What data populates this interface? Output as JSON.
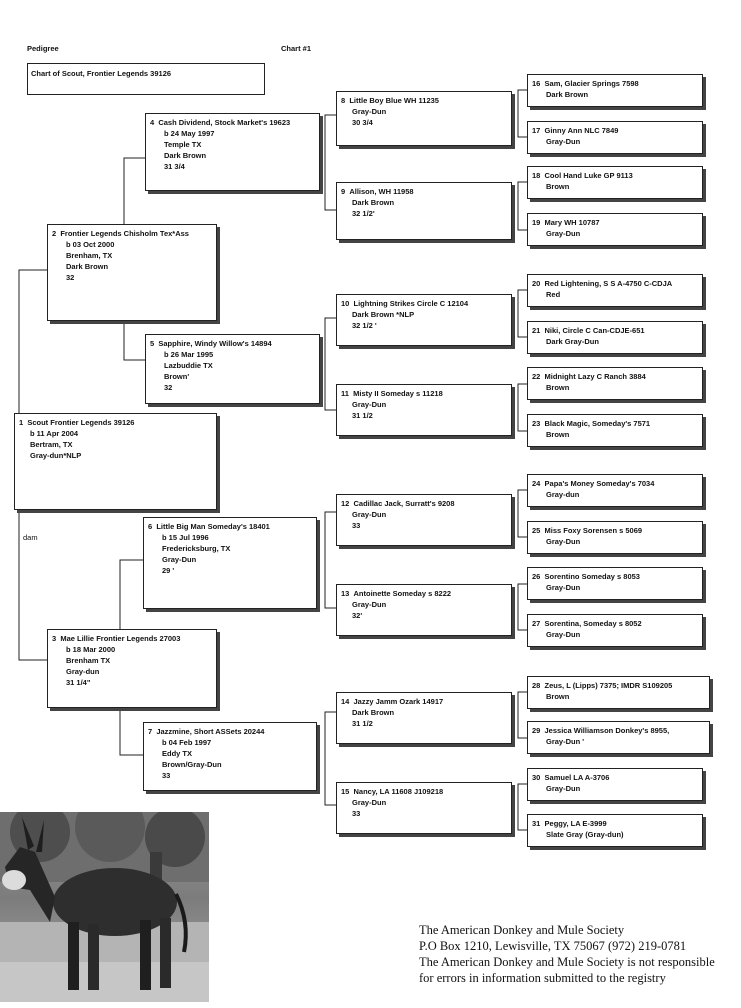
{
  "header": {
    "pedigree_label": "Pedigree",
    "chart_number": "Chart #1"
  },
  "chart_of": {
    "line1": "Chart of",
    "line2": "Scout, Frontier Legends 39126"
  },
  "dam_label": "dam",
  "generation1": {
    "num": "1",
    "name": "Scout  Frontier Legends 39126",
    "birth": "b  11 Apr 2004",
    "place": "Bertram, TX",
    "color": "Gray-dun*NLP"
  },
  "generation2": [
    {
      "num": "2",
      "name": "Frontier Legends Chisholm  Tex*Ass",
      "birth": "b  03 Oct 2000",
      "place": "Brenham, TX",
      "color": "Dark Brown",
      "height": "32"
    },
    {
      "num": "3",
      "name": "Mae Lillie Frontier Legends 27003",
      "birth": "b  18 Mar 2000",
      "place": "Brenham  TX",
      "color": "Gray-dun",
      "height": "31 1/4\""
    }
  ],
  "generation3": [
    {
      "num": "4",
      "name": "Cash Dividend, Stock Market's 19623",
      "birth": "b  24 May 1997",
      "place": "Temple  TX",
      "color": "Dark Brown",
      "height": "31 3/4"
    },
    {
      "num": "5",
      "name": "Sapphire, Windy Willow's 14894",
      "birth": "b  26 Mar 1995",
      "place": "Lazbuddie  TX",
      "color": "Brown'",
      "height": "32"
    },
    {
      "num": "6",
      "name": "Little Big Man  Someday's 18401",
      "birth": "b  15 Jul 1996",
      "place": "Fredericksburg, TX",
      "color": "Gray-Dun",
      "height": "29 '"
    },
    {
      "num": "7",
      "name": "Jazzmine, Short ASSets 20244",
      "birth": "b  04 Feb 1997",
      "place": "Eddy  TX",
      "color": "Brown/Gray-Dun",
      "height": "33"
    }
  ],
  "generation4": [
    {
      "num": "8",
      "name": "Little Boy Blue  WH 11235",
      "color": "Gray-Dun",
      "height": "30 3/4"
    },
    {
      "num": "9",
      "name": "Allison, WH 11958",
      "color": "Dark Brown",
      "height": "32 1/2'"
    },
    {
      "num": "10",
      "name": "Lightning Strikes  Circle C 12104",
      "color": "Dark Brown *NLP",
      "height": "32 1/2 '"
    },
    {
      "num": "11",
      "name": "Misty II  Someday s 11218",
      "color": "Gray-Dun",
      "height": "31 1/2"
    },
    {
      "num": "12",
      "name": "Cadillac Jack, Surratt's 9208",
      "color": "Gray-Dun",
      "height": "33"
    },
    {
      "num": "13",
      "name": "Antoinette  Someday s 8222",
      "color": "Gray-Dun",
      "height": "32'"
    },
    {
      "num": "14",
      "name": "Jazzy Jamm  Ozark 14917",
      "color": "Dark Brown",
      "height": "31 1/2"
    },
    {
      "num": "15",
      "name": "Nancy, LA 11608  J109218",
      "color": "Gray-Dun",
      "height": "33"
    }
  ],
  "generation5": [
    {
      "num": "16",
      "name": "Sam, Glacier Springs 7598",
      "color": "Dark Brown"
    },
    {
      "num": "17",
      "name": "Ginny Ann  NLC 7849",
      "color": "Gray-Dun"
    },
    {
      "num": "18",
      "name": "Cool Hand Luke  GP 9113",
      "color": "Brown"
    },
    {
      "num": "19",
      "name": "Mary  WH 10787",
      "color": "Gray-Dun"
    },
    {
      "num": "20",
      "name": "Red Lightening, S S  A-4750  C-CDJA",
      "color": "Red"
    },
    {
      "num": "21",
      "name": "Niki, Circle C Can-CDJE-651",
      "color": "Dark Gray-Dun"
    },
    {
      "num": "22",
      "name": "Midnight  Lazy C Ranch 3884",
      "color": "Brown"
    },
    {
      "num": "23",
      "name": "Black Magic, Someday's 7571",
      "color": "Brown"
    },
    {
      "num": "24",
      "name": "Papa's Money  Someday's 7034",
      "color": "Gray-dun"
    },
    {
      "num": "25",
      "name": "Miss Foxy  Sorensen s 5069",
      "color": "Gray-Dun"
    },
    {
      "num": "26",
      "name": "Sorentino  Someday s 8053",
      "color": "Gray-Dun"
    },
    {
      "num": "27",
      "name": "Sorentina, Someday s 8052",
      "color": "Gray-Dun"
    },
    {
      "num": "28",
      "name": "Zeus, L (Lipps) 7375; IMDR S109205",
      "color": "Brown"
    },
    {
      "num": "29",
      "name": "Jessica  Williamson Donkey's 8955,",
      "color": "Gray-Dun '"
    },
    {
      "num": "30",
      "name": "Samuel  LA A-3706",
      "color": "Gray-Dun"
    },
    {
      "num": "31",
      "name": "Peggy, LA E-3999",
      "color": "Slate Gray (Gray-dun)"
    }
  ],
  "footer": {
    "line1": "The American Donkey and Mule Society",
    "line2": "P.O  Box 1210, Lewisville, TX 75067     (972) 219-0781",
    "line3": "The American Donkey and Mule Society is not responsible",
    "line4": "for errors in information submitted to the registry"
  }
}
